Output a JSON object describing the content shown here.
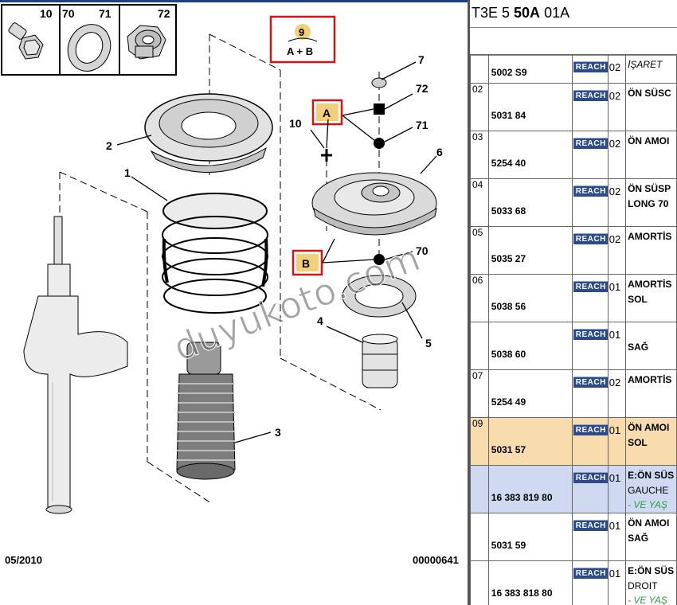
{
  "diagram": {
    "date": "05/2010",
    "code": "00000641",
    "watermark": "duyukoto.com",
    "inset_labels": [
      "10",
      "70",
      "71",
      "72"
    ],
    "kit": {
      "number": "9",
      "label": "A + B"
    },
    "part_labels": {
      "p1": "1",
      "p2": "2",
      "p3": "3",
      "p4": "4",
      "p5": "5",
      "p6": "6",
      "p7": "7",
      "p10": "10",
      "p70": "70",
      "p71": "71",
      "p72": "72",
      "a": "A",
      "b": "B"
    }
  },
  "panel": {
    "title_prefix": "T3E 5 ",
    "title_bold": "50A",
    "title_suffix": " 01A",
    "reach_label": "REACH",
    "rows": [
      {
        "item": "",
        "ref": "5002 S9",
        "qty": "02",
        "desc": "İŞARET",
        "desc_italic": true,
        "hl": ""
      },
      {
        "item": "02",
        "ref": "5031 84",
        "qty": "02",
        "desc": "ÖN SÜSC",
        "hl": ""
      },
      {
        "item": "03",
        "ref": "5254 40",
        "qty": "02",
        "desc": "ÖN AMOI",
        "hl": ""
      },
      {
        "item": "04",
        "ref": "5033 68",
        "qty": "02",
        "desc": "ÖN SÜSP",
        "desc2": "LONG 70",
        "hl": ""
      },
      {
        "item": "05",
        "ref": "5035 27",
        "qty": "02",
        "desc": "AMORTİS",
        "hl": ""
      },
      {
        "item": "06",
        "ref": "5038 56",
        "qty": "01",
        "desc": "AMORTİS",
        "desc2": "SOL",
        "hl": ""
      },
      {
        "item": "",
        "ref": "5038 60",
        "qty": "01",
        "desc": "",
        "desc2": "SAĞ",
        "hl": ""
      },
      {
        "item": "07",
        "ref": "5254 49",
        "qty": "02",
        "desc": "AMORTİS",
        "hl": ""
      },
      {
        "item": "09",
        "ref": "5031 57",
        "qty": "01",
        "desc": "ÖN AMOI",
        "desc2": "SOL",
        "hl": "orange"
      },
      {
        "item": "",
        "ref": "16 383 819 80",
        "qty": "01",
        "desc": "E:ÖN SÜS",
        "desc2n": "GAUCHE",
        "desc3": "- VE YAŞ",
        "hl": "blue"
      },
      {
        "item": "",
        "ref": "5031 59",
        "qty": "01",
        "desc": "ÖN AMOI",
        "desc2": "SAĞ",
        "hl": ""
      },
      {
        "item": "",
        "ref": "16 383 818 80",
        "qty": "01",
        "desc": "E:ÖN SÜS",
        "desc2n": "DROIT",
        "desc3": "- VE YAŞ",
        "hl": ""
      }
    ]
  }
}
